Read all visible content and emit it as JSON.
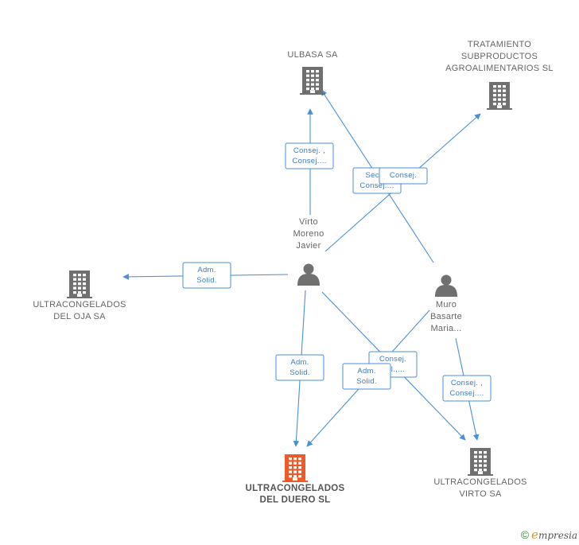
{
  "nodes": [
    {
      "id": "ulbasa",
      "type": "company",
      "label_lines": [
        "ULBASA SA"
      ],
      "main": false
    },
    {
      "id": "tratamiento",
      "type": "company",
      "label_lines": [
        "TRATAMIENTO",
        "SUBPRODUCTOS",
        "AGROALIMENTARIOS SL"
      ],
      "main": false
    },
    {
      "id": "oja",
      "type": "company",
      "label_lines": [
        "ULTRACONGELADOS",
        "DEL OJA SA"
      ],
      "main": false
    },
    {
      "id": "duero",
      "type": "company",
      "label_lines": [
        "ULTRACONGELADOS",
        "DEL DUERO SL"
      ],
      "main": true
    },
    {
      "id": "virtosa",
      "type": "company",
      "label_lines": [
        "ULTRACONGELADOS",
        "VIRTO SA"
      ],
      "main": false
    },
    {
      "id": "virto",
      "type": "person",
      "label_lines": [
        "Virto",
        "Moreno",
        "Javier"
      ],
      "main": false
    },
    {
      "id": "muro",
      "type": "person",
      "label_lines": [
        "Muro",
        "Basarte",
        "Maria..."
      ],
      "main": false
    }
  ],
  "edges": [
    {
      "id": "virto-ulbasa",
      "from": "virto",
      "to": "ulbasa",
      "label_lines": [
        "Consej. ,",
        "Consej...."
      ]
    },
    {
      "id": "muro-ulbasa",
      "from": "muro",
      "to": "ulbasa",
      "label_lines": [
        "Secr. ,",
        "Consej...."
      ]
    },
    {
      "id": "virto-tratamiento",
      "from": "virto",
      "to": "tratamiento",
      "label_lines": [
        "Consej."
      ]
    },
    {
      "id": "virto-oja",
      "from": "virto",
      "to": "oja",
      "label_lines": [
        "Adm.",
        "Solid."
      ]
    },
    {
      "id": "virto-duero",
      "from": "virto",
      "to": "duero",
      "label_lines": [
        "Adm.",
        "Solid."
      ]
    },
    {
      "id": "virto-virtosa",
      "from": "virto",
      "to": "virtosa",
      "label_lines": [
        "Consej.",
        "Del.,..."
      ]
    },
    {
      "id": "muro-duero",
      "from": "muro",
      "to": "duero",
      "label_lines": [
        "Adm.",
        "Solid."
      ]
    },
    {
      "id": "muro-virtosa",
      "from": "muro",
      "to": "virtosa",
      "label_lines": [
        "Consej. ,",
        "Consej...."
      ]
    }
  ],
  "footer": {
    "copyright": "©",
    "brand_initial": "e",
    "brand_rest": "mpresia"
  },
  "colors": {
    "edge": "#4a90d9",
    "node": "#707070",
    "main_node": "#f05a28"
  }
}
